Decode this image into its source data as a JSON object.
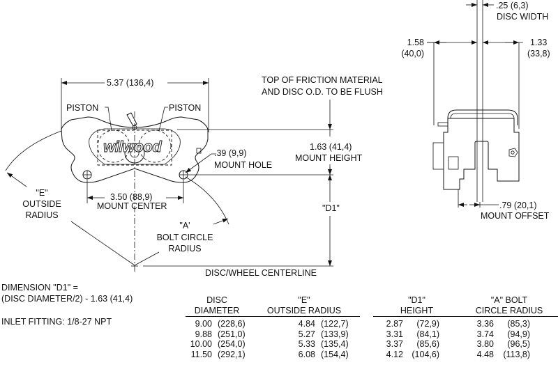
{
  "drawing": {
    "brand_logo": "wilwood",
    "front_view": {
      "overall_width": "5.37 (136,4)",
      "piston_left": "PISTON",
      "piston_right": "PISTON",
      "mount_center_value": "3.50 (88,9)",
      "mount_center_label": "MOUNT CENTER",
      "mount_hole_value": ".39 (9,9)",
      "mount_hole_label": "MOUNT HOLE",
      "flush_note_line1": "TOP OF FRICTION MATERIAL",
      "flush_note_line2": "AND DISC O.D. TO BE FLUSH",
      "mount_height_value": "1.63 (41,4)",
      "mount_height_label": "MOUNT HEIGHT",
      "d1_label": "\"D1\"",
      "e_label_line1": "\"E\"",
      "e_label_line2": "OUTSIDE",
      "e_label_line3": "RADIUS",
      "a_label_line1": "\"A'",
      "a_label_line2": "BOLT CIRCLE",
      "a_label_line3": "RADIUS",
      "centerline_label": "DISC/WHEEL CENTERLINE"
    },
    "side_view": {
      "disc_width_value": ".25 (6,3)",
      "disc_width_label": "DISC WIDTH",
      "left_offset_value": "1.58",
      "left_offset_metric": "(40,0)",
      "right_offset_value": "1.33",
      "right_offset_metric": "(33,8)",
      "mount_offset_value": ".79 (20,1)",
      "mount_offset_label": "MOUNT OFFSET"
    }
  },
  "notes": {
    "d1_formula_line1": "DIMENSION \"D1\" =",
    "d1_formula_line2": "(DISC DIAMETER/2) - 1.63 (41,4)",
    "inlet_fitting": "INLET FITTING: 1/8-27 NPT"
  },
  "table": {
    "headers": {
      "disc_line1": "DISC",
      "disc_line2": "DIAMETER",
      "e_line1": "\"E\"",
      "e_line2": "OUTSIDE RADIUS",
      "d1_line1": "\"D1\"",
      "d1_line2": "HEIGHT",
      "a_line1": "\"A\" BOLT",
      "a_line2": "CIRCLE RADIUS"
    },
    "rows": [
      {
        "disc": "9.00",
        "disc_mm": "(228,6)",
        "e": "4.84",
        "e_mm": "(122,7)",
        "d1": "2.87",
        "d1_mm": "(72,9)",
        "a": "3.36",
        "a_mm": "(85,3)"
      },
      {
        "disc": "9.88",
        "disc_mm": "(251,0)",
        "e": "5.27",
        "e_mm": "(133,9)",
        "d1": "3.31",
        "d1_mm": "(84,1)",
        "a": "3.74",
        "a_mm": "(94,9)"
      },
      {
        "disc": "10.00",
        "disc_mm": "(254,0)",
        "e": "5.33",
        "e_mm": "(135,4)",
        "d1": "3.37",
        "d1_mm": "(85,6)",
        "a": "3.80",
        "a_mm": "(96,5)"
      },
      {
        "disc": "11.50",
        "disc_mm": "(292,1)",
        "e": "6.08",
        "e_mm": "(154,4)",
        "d1": "4.12",
        "d1_mm": "(104,6)",
        "a": "4.48",
        "a_mm": "(113,8)"
      }
    ]
  }
}
